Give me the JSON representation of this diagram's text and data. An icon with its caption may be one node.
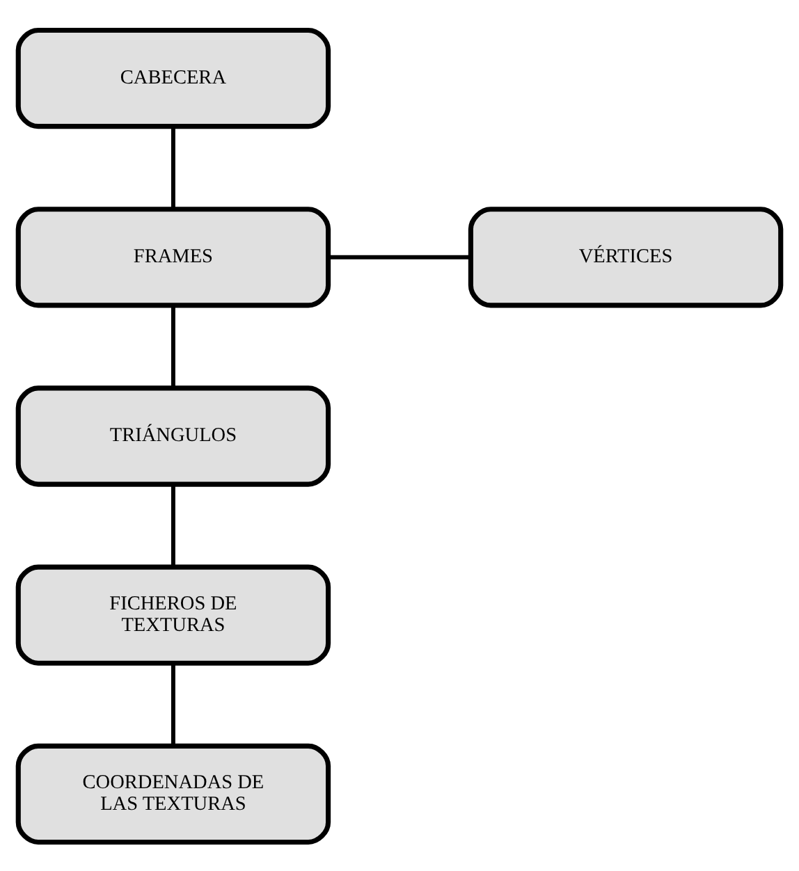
{
  "diagram": {
    "nodes": [
      {
        "text": [
          "CABECERA"
        ]
      },
      {
        "text": [
          "FRAMES"
        ]
      },
      {
        "text": [
          "VÉRTICES"
        ]
      },
      {
        "text": [
          "TRIÁNGULOS"
        ]
      },
      {
        "text": [
          "FICHEROS DE TEXTURAS"
        ]
      },
      {
        "text": [
          "COORDENADAS DE LAS TEXTURAS"
        ]
      }
    ],
    "edges": [
      {
        "from": 0,
        "to": 1,
        "arrow": "none"
      },
      {
        "from": 1,
        "to": 2,
        "arrow": "none"
      },
      {
        "from": 1,
        "to": 3,
        "arrow": "none"
      },
      {
        "from": 3,
        "to": 4,
        "arrow": "none"
      },
      {
        "from": 4,
        "to": 5,
        "arrow": "none"
      }
    ]
  }
}
